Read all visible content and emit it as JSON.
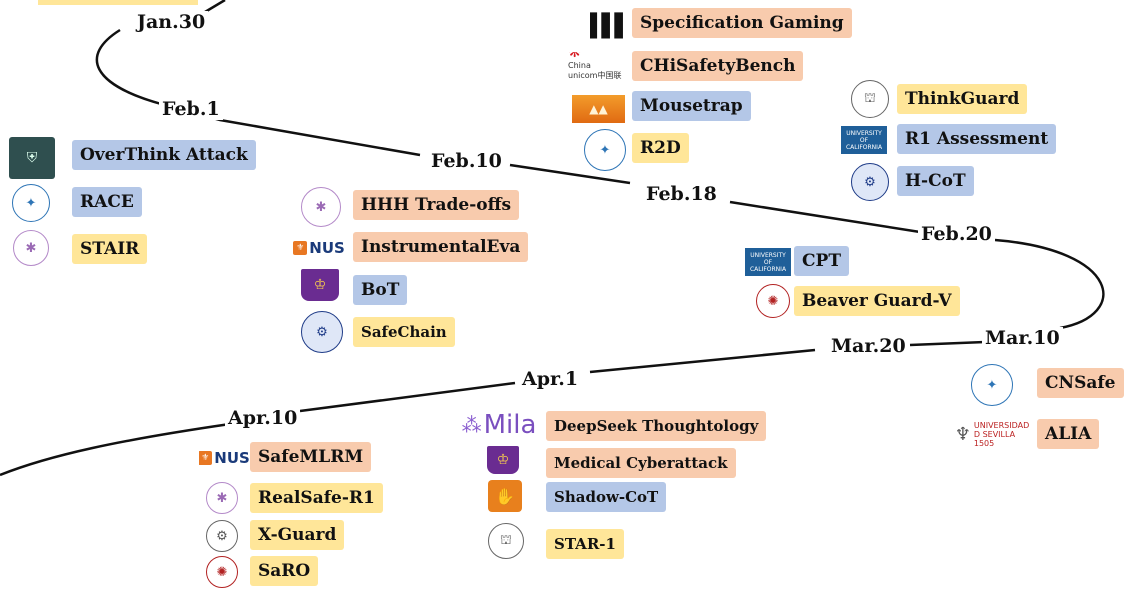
{
  "dates": [
    "Jan.30",
    "Feb.1",
    "Feb.10",
    "Feb.18",
    "Feb.20",
    "Mar.10",
    "Mar.20",
    "Apr.1",
    "Apr.10"
  ],
  "papers": [
    "OverThink Attack",
    "RACE",
    "STAIR",
    "HHH Trade-offs",
    "InstrumentalEva",
    "BoT",
    "SafeChain",
    "Specification Gaming",
    "CHiSafetyBench",
    "Mousetrap",
    "R2D",
    "ThinkGuard",
    "R1 Assessment",
    "H-CoT",
    "CPT",
    "Beaver Guard-V",
    "CNSafe",
    "ALIA",
    "SafeMLRM",
    "RealSafe-R1",
    "X-Guard",
    "SaRO",
    "DeepSeek Thoughtology",
    "Medical Cyberattack",
    "Shadow-CoT",
    "STAR-1"
  ],
  "logos": {
    "unicom": [
      "China",
      "unicom中国联通"
    ],
    "nus": [
      "NUS"
    ],
    "mila": [
      "Mila"
    ],
    "uc": [
      "UNIVERSITY",
      "OF",
      "CALIFORNIA"
    ],
    "sevilla": [
      "UNIVERSIDAD",
      "D SEVILLA",
      "1505"
    ]
  },
  "colors": {
    "blue": "#b4c7e7",
    "orange": "#f8cbad",
    "yellow": "#ffe699"
  }
}
